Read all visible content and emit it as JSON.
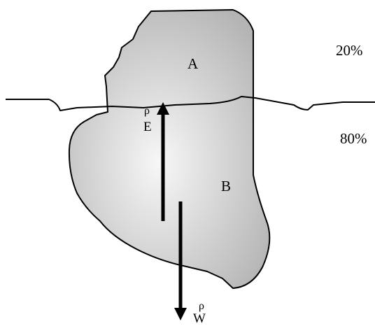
{
  "diagram": {
    "percent_above": "20%",
    "percent_below": "80%",
    "region_above": "A",
    "region_below": "B",
    "buoyant_force": {
      "symbol": "E",
      "vector_mark": "ρ"
    },
    "weight_force": {
      "symbol": "W",
      "vector_mark": "ρ"
    }
  },
  "colors": {
    "ice_center": "#f7f7f7",
    "ice_edge": "#b4b4b4",
    "line": "#000000",
    "background": "#ffffff"
  }
}
